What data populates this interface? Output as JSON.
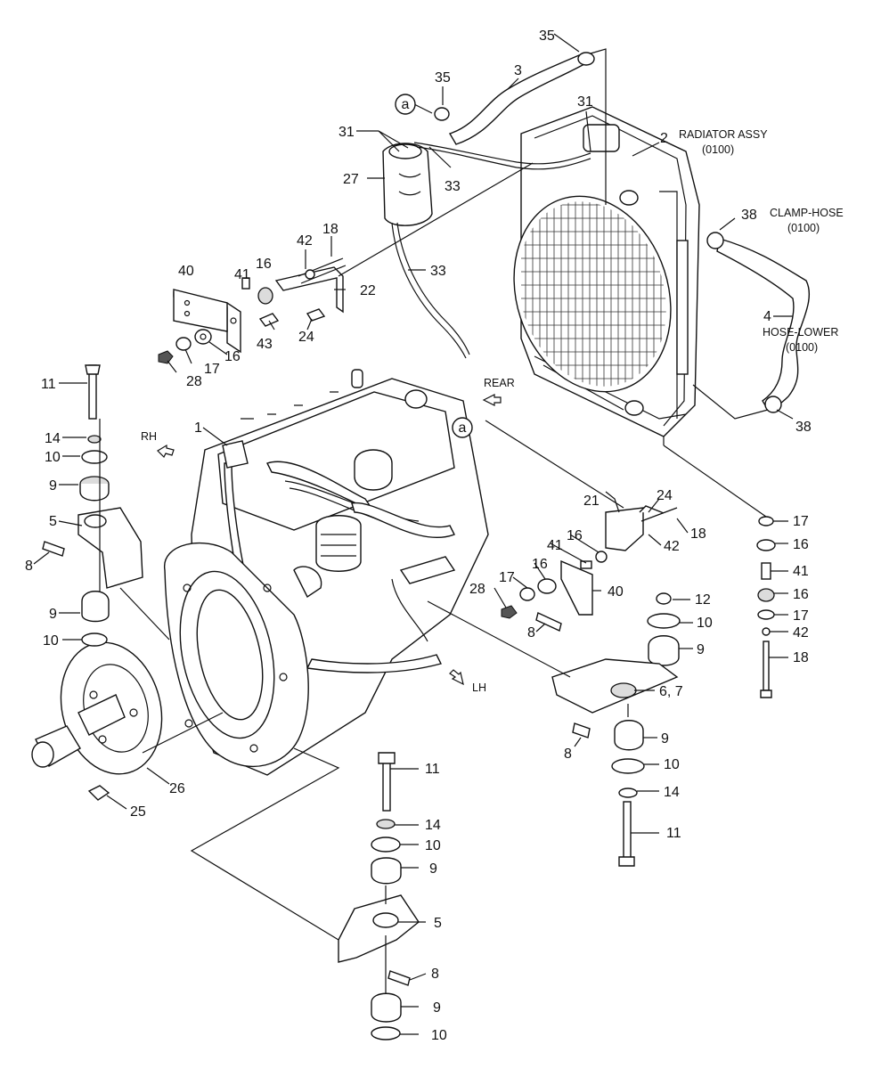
{
  "labels": {
    "l_35a": "35",
    "l_35b": "35",
    "l_3": "3",
    "l_31a": "31",
    "l_31b": "31",
    "l_2": "2",
    "l_27": "27",
    "l_33a": "33",
    "l_33b": "33",
    "l_38a": "38",
    "l_38b": "38",
    "l_4": "4",
    "l_42a": "42",
    "l_18a": "18",
    "l_40a": "40",
    "l_41a": "41",
    "l_16a": "16",
    "l_22": "22",
    "l_43": "43",
    "l_24a": "24",
    "l_16b": "16",
    "l_17a": "17",
    "l_28a": "28",
    "l_11a": "11",
    "l_14a": "14",
    "l_10a": "10",
    "l_9a": "9",
    "l_5a": "5",
    "l_8a": "8",
    "l_9b": "9",
    "l_10b": "10",
    "l_1": "1",
    "l_21": "21",
    "l_24b": "24",
    "l_18b": "18",
    "l_42b": "42",
    "l_16c": "16",
    "l_41b": "41",
    "l_16d": "16",
    "l_17b": "17",
    "l_28b": "28",
    "l_40b": "40",
    "l_8b": "8",
    "l_12": "12",
    "l_10c": "10",
    "l_9c": "9",
    "l_67": "6, 7",
    "l_8c": "8",
    "l_9d": "9",
    "l_10d": "10",
    "l_14b": "14",
    "l_11b": "11",
    "l_17c": "17",
    "l_16e": "16",
    "l_41c": "41",
    "l_16f": "16",
    "l_17d": "17",
    "l_42c": "42",
    "l_18c": "18",
    "l_26": "26",
    "l_25": "25",
    "l_11c": "11",
    "l_14c": "14",
    "l_10e": "10",
    "l_9e": "9",
    "l_5b": "5",
    "l_8d": "8",
    "l_9f": "9",
    "l_10f": "10"
  },
  "notes": {
    "radiator_assy": "RADIATOR ASSY",
    "radiator_code": "(0100)",
    "clamp_hose": "CLAMP-HOSE",
    "clamp_code": "(0100)",
    "hose_lower": "HOSE-LOWER",
    "hose_code": "(0100)",
    "rear": "REAR",
    "rh": "RH",
    "lh": "LH",
    "ref_a1": "a",
    "ref_a2": "a"
  },
  "icons": [
    "direction-arrow-icon"
  ]
}
